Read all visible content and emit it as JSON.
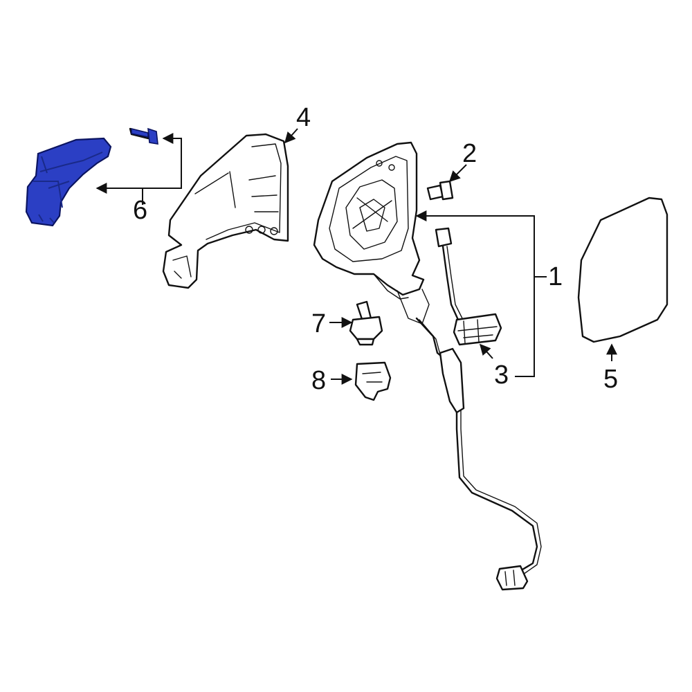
{
  "callouts": {
    "c1": "1",
    "c2": "2",
    "c3": "3",
    "c4": "4",
    "c5": "5",
    "c6": "6",
    "c7": "7",
    "c8": "8"
  },
  "colors": {
    "highlight": "#2b3fc4",
    "highlight_dark": "#1a2a8a",
    "line": "#111111",
    "background": "#ffffff"
  }
}
